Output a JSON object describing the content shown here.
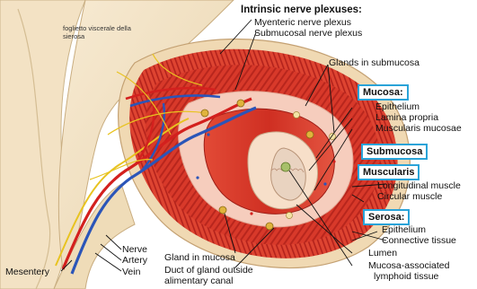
{
  "labels": {
    "intrinsic_plexuses": "Intrinsic nerve plexuses:",
    "myenteric": "Myenteric nerve plexus",
    "submucosal": "Submucosal nerve plexus",
    "glands_submucosa": "Glands in submucosa",
    "italian_note": "foglietto viscerale della sierosa",
    "mucosa": "Mucosa:",
    "epithelium_1": "Epithelium",
    "lamina_propria": "Lamina propria",
    "muscularis_mucosae": "Muscularis mucosae",
    "submucosa": "Submucosa",
    "muscularis": "Muscularis",
    "longitudinal_muscle": "Longitudinal muscle",
    "circular_muscle": "Circular muscle",
    "serosa": "Serosa:",
    "epithelium_2": "Epithelium",
    "connective_tissue": "Connective tissue",
    "lumen": "Lumen",
    "malt_line1": "Mucosa-associated",
    "malt_line2": "lymphoid tissue",
    "nerve": "Nerve",
    "artery": "Artery",
    "vein": "Vein",
    "mesentery": "Mesentery",
    "gland_mucosa": "Gland in mucosa",
    "duct_line1": "Duct of gland outside",
    "duct_line2": "alimentary canal"
  },
  "colors": {
    "section_box_border": "#2aa3d8",
    "muscle_red": "#d9362b",
    "muscle_dark": "#b3221c",
    "serosa_tan": "#f1ddb9",
    "submucosa_pink": "#f5c6b8",
    "artery": "#d3201e",
    "vein": "#2b55b8",
    "nerve": "#e8c320"
  }
}
